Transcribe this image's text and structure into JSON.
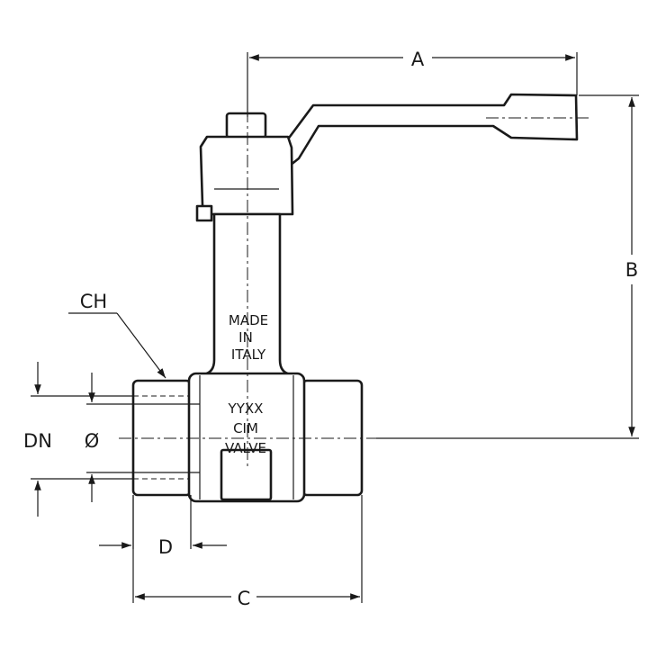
{
  "dimensions": {
    "a": "A",
    "b": "B",
    "c": "C",
    "d": "D",
    "ch": "CH",
    "dn": "DN",
    "bore": "Ø"
  },
  "body_marking": {
    "line1": "MADE",
    "line2": "IN",
    "line3": "ITALY",
    "date_code": "YYXX",
    "brand": "CIM",
    "type": "VALVE"
  }
}
